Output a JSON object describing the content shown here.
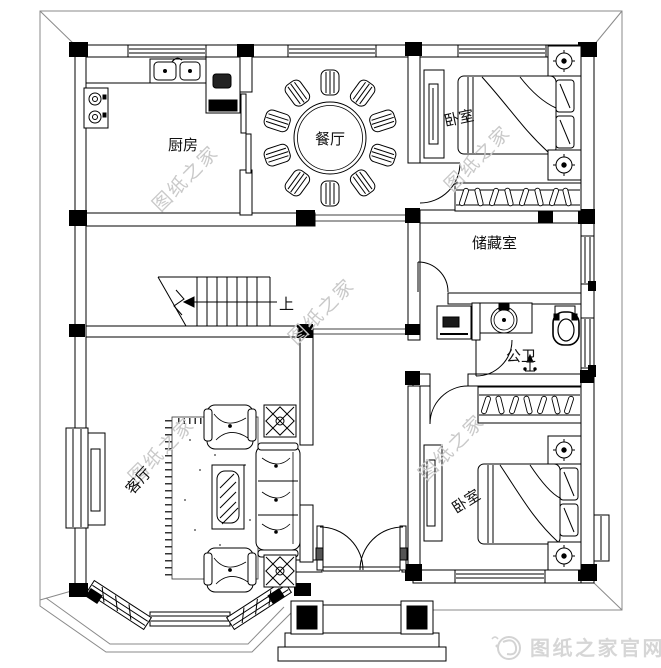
{
  "page": {
    "background": "#ffffff"
  },
  "plan": {
    "line_color": "#000000",
    "rooms": {
      "kitchen": "厨房",
      "dining": "餐厅",
      "bedroom_top": "卧室",
      "storage": "储藏室",
      "bathroom": "公卫",
      "living": "客厅",
      "bedroom_bottom": "卧室"
    },
    "stairs": {
      "direction_label": "上"
    },
    "watermark": {
      "text": "图纸之家",
      "color": "#c9c9c9"
    },
    "footer": {
      "site_name": "图纸之家官网",
      "color": "#d6d6d6",
      "logo": "swirl-circle-icon"
    }
  }
}
